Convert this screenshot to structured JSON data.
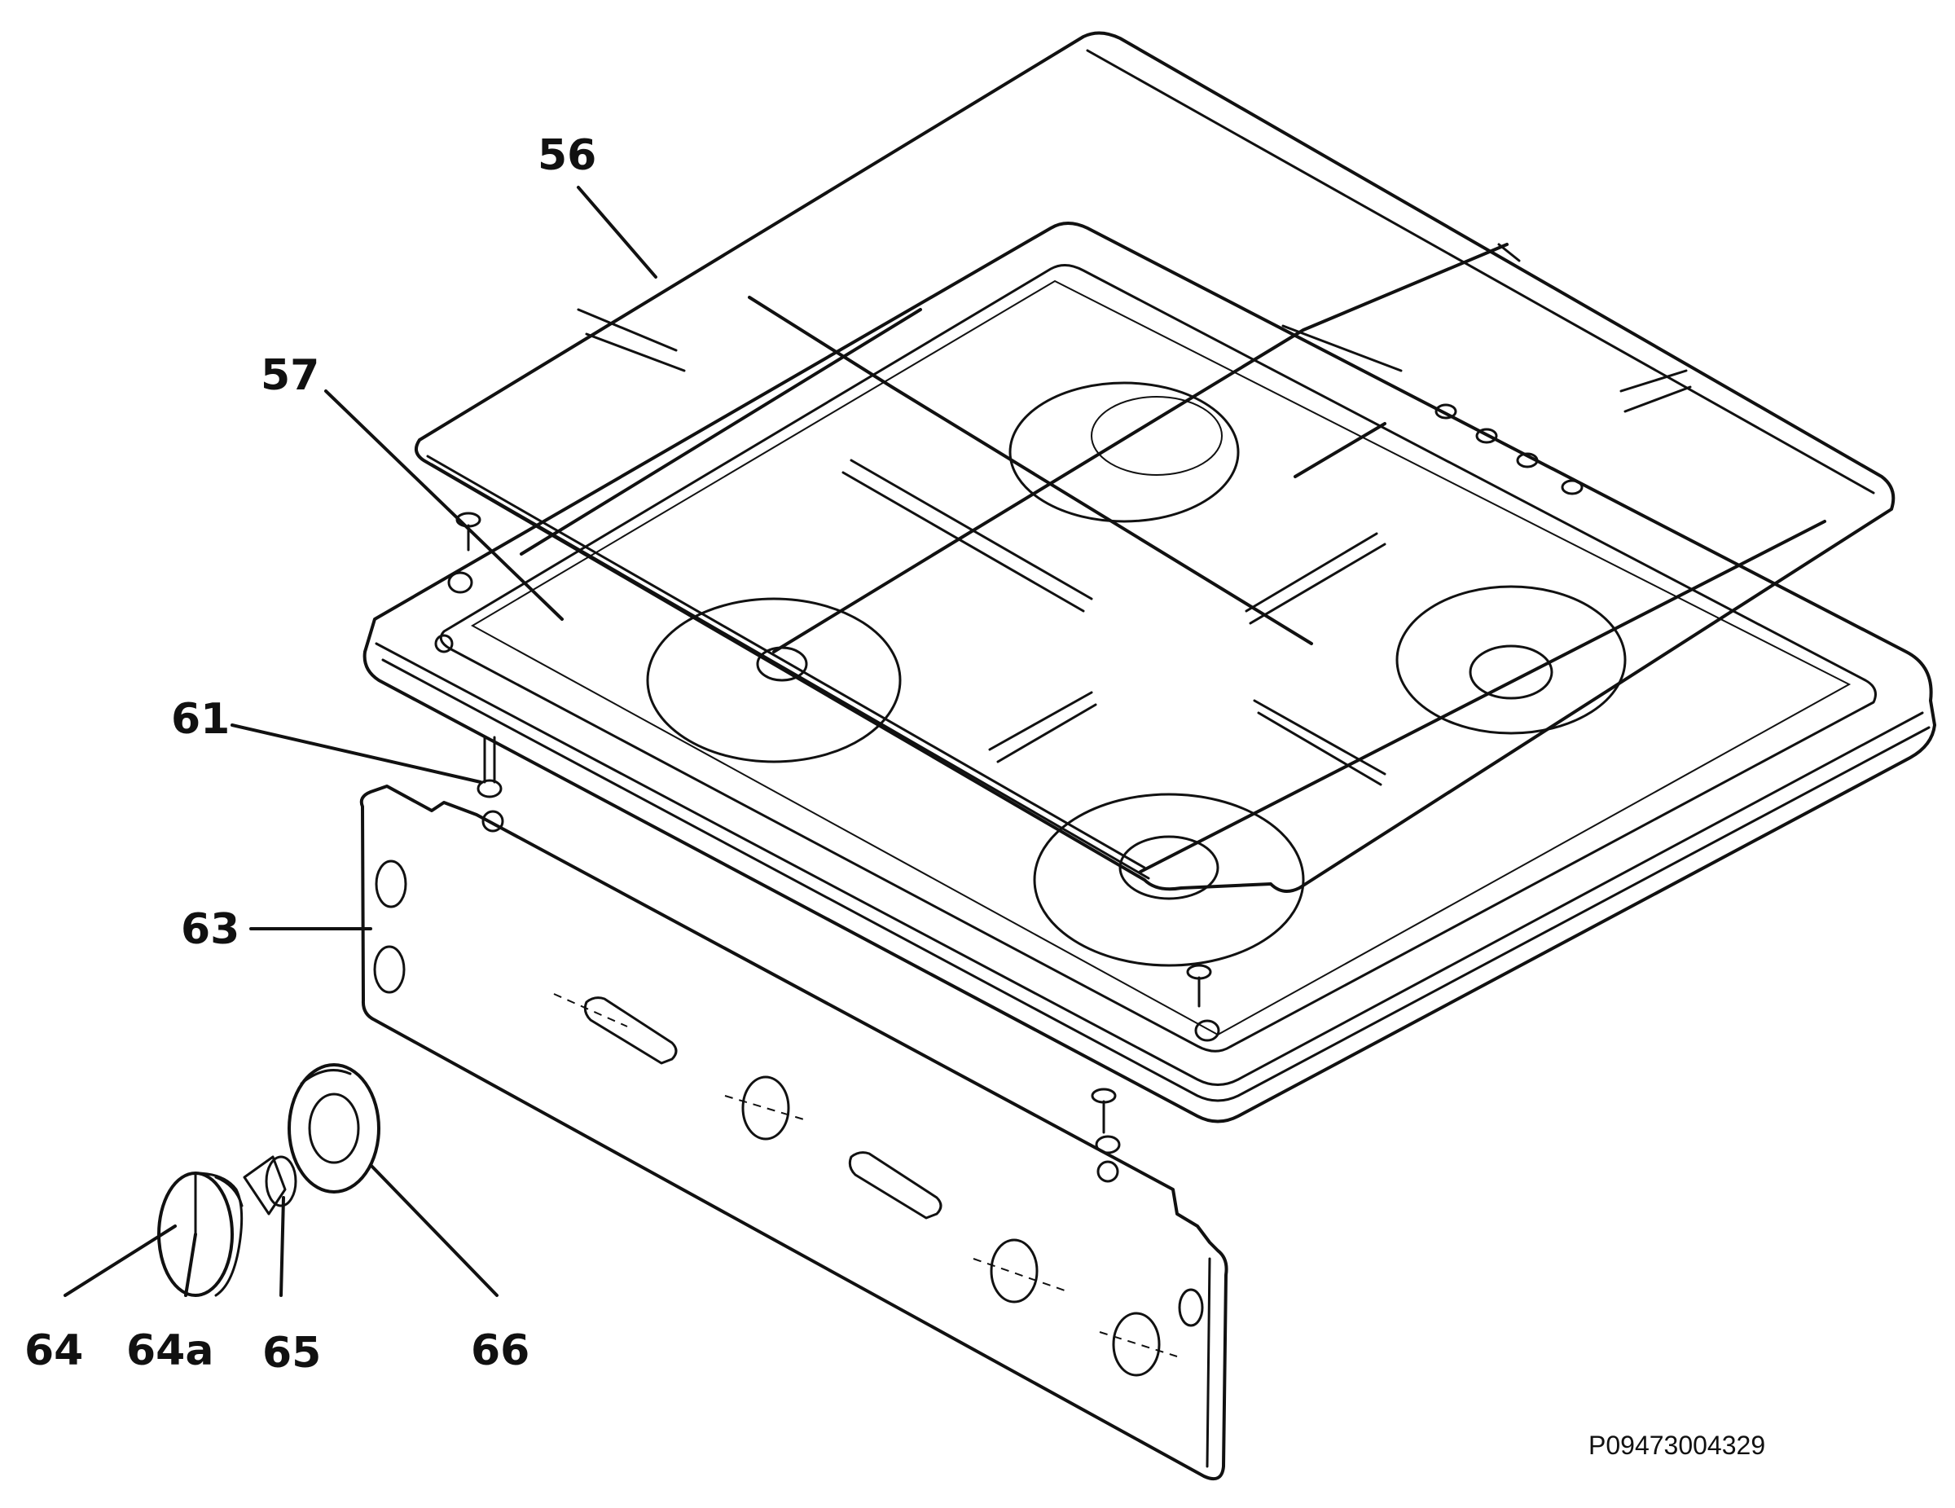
{
  "diagram": {
    "labels": {
      "p56": "56",
      "p57": "57",
      "p61": "61",
      "p63": "63",
      "p64": "64",
      "p64a": "64a",
      "p65": "65",
      "p66": "66"
    },
    "reference_code": "P09473004329"
  }
}
